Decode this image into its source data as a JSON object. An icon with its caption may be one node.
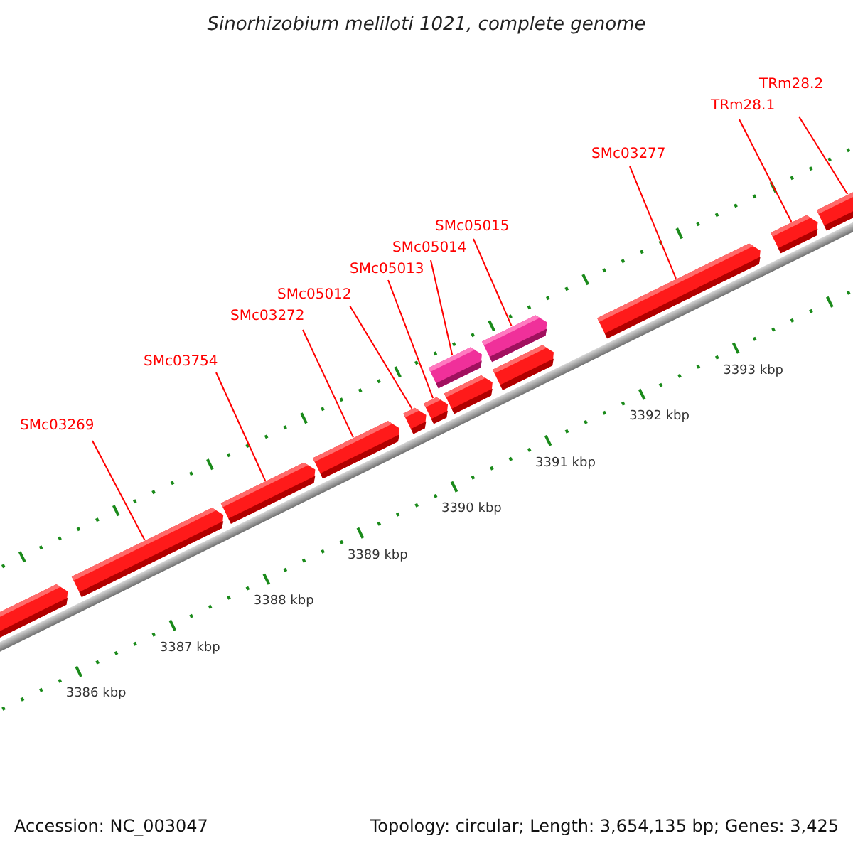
{
  "diagram": {
    "title": "Sinorhizobium meliloti 1021, complete genome",
    "nodes": [
      {
        "text": [
          "SMc03269"
        ]
      },
      {
        "text": [
          "SMc03754"
        ]
      },
      {
        "text": [
          "SMc03272"
        ]
      },
      {
        "text": [
          "SMc05012"
        ]
      },
      {
        "text": [
          "SMc05013"
        ]
      },
      {
        "text": [
          "SMc05014"
        ]
      },
      {
        "text": [
          "SMc05015"
        ]
      },
      {
        "text": [
          "SMc03277"
        ]
      },
      {
        "text": [
          "TRm28.1"
        ]
      },
      {
        "text": [
          "TRm28.2"
        ]
      },
      {
        "text": [],
        "shape": "arrow"
      },
      {
        "text": [],
        "shape": "arrow"
      },
      {
        "text": [],
        "shape": "arrow"
      },
      {
        "text": [],
        "shape": "arrow"
      },
      {
        "text": [],
        "shape": "arrow"
      },
      {
        "text": [],
        "shape": "arrow"
      },
      {
        "text": [],
        "shape": "arrow"
      },
      {
        "text": [],
        "shape": "arrow"
      },
      {
        "text": [],
        "shape": "arrow"
      },
      {
        "text": [],
        "shape": "arrow"
      },
      {
        "text": [],
        "shape": "arrow"
      },
      {
        "text": [],
        "shape": "arrow"
      },
      {
        "text": [],
        "shape": "arrow"
      }
    ],
    "edges": [
      {
        "from": 0,
        "to": 11,
        "arrow": "none"
      },
      {
        "from": 1,
        "to": 12,
        "arrow": "none"
      },
      {
        "from": 2,
        "to": 13,
        "arrow": "none"
      },
      {
        "from": 3,
        "to": 14,
        "arrow": "none"
      },
      {
        "from": 4,
        "to": 15,
        "arrow": "none"
      },
      {
        "from": 5,
        "to": 18,
        "arrow": "none"
      },
      {
        "from": 6,
        "to": 19,
        "arrow": "none"
      },
      {
        "from": 7,
        "to": 20,
        "arrow": "none"
      },
      {
        "from": 8,
        "to": 21,
        "arrow": "none"
      },
      {
        "from": 9,
        "to": 22,
        "arrow": "none"
      }
    ],
    "labels": [
      "3386 kbp",
      "3387 kbp",
      "3388 kbp",
      "3389 kbp",
      "3390 kbp",
      "3391 kbp",
      "3392 kbp",
      "3393 kbp",
      "Accession: NC_003047",
      "Topology: circular; Length: 3,654,135 bp; Genes: 3,425"
    ]
  }
}
